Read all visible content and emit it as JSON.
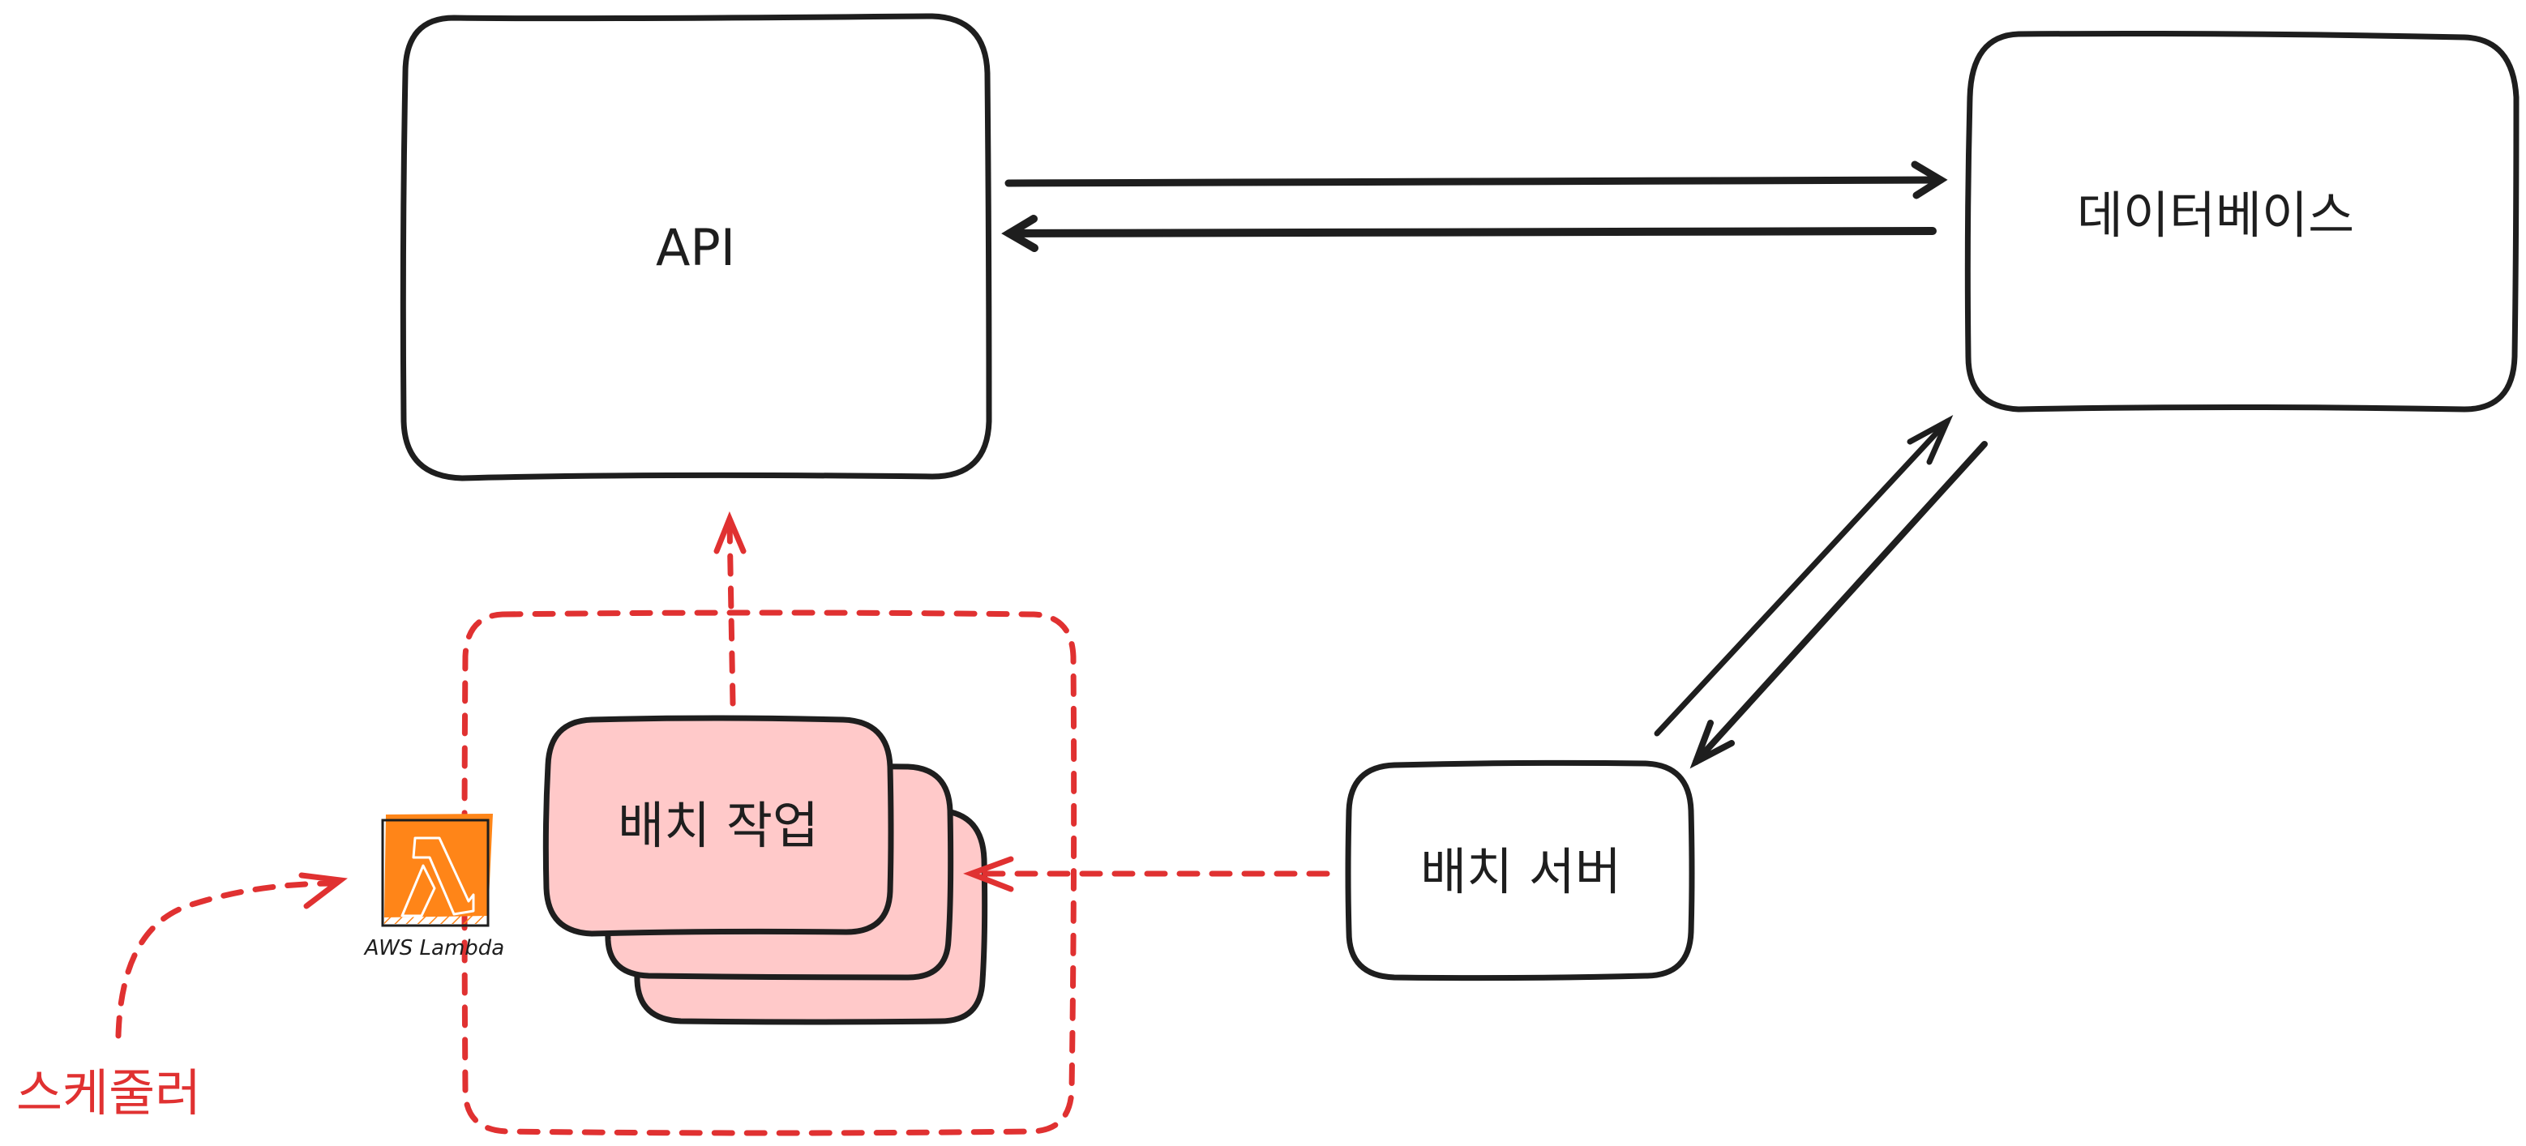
{
  "diagram": {
    "colors": {
      "stroke": "#1e1e1e",
      "accent_red": "#e03131",
      "card_fill": "#ffc9c9",
      "lambda_orange": "#ff8518",
      "background": "#ffffff"
    },
    "nodes": {
      "api": {
        "label": "API"
      },
      "database": {
        "label": "데이터베이스"
      },
      "batch_server": {
        "label": "배치 서버"
      },
      "batch_job": {
        "label": "배치 작업",
        "stack_count": 3
      },
      "lambda": {
        "label": "AWS Lambda",
        "icon": "lambda-icon"
      },
      "scheduler": {
        "label": "스케줄러"
      }
    },
    "edges": [
      {
        "from": "api",
        "to": "database",
        "style": "solid"
      },
      {
        "from": "database",
        "to": "api",
        "style": "solid"
      },
      {
        "from": "batch_server",
        "to": "database",
        "style": "solid"
      },
      {
        "from": "database",
        "to": "batch_server",
        "style": "solid"
      },
      {
        "from": "batch_server",
        "to": "batch_job",
        "style": "dashed",
        "color": "red"
      },
      {
        "from": "batch_job",
        "to": "api",
        "style": "dashed",
        "color": "red"
      },
      {
        "from": "scheduler",
        "to": "lambda",
        "style": "dashed",
        "color": "red"
      }
    ],
    "groups": [
      {
        "name": "lambda-batch-group",
        "style": "dashed",
        "color": "red",
        "contains": [
          "batch_job",
          "lambda"
        ]
      }
    ]
  }
}
